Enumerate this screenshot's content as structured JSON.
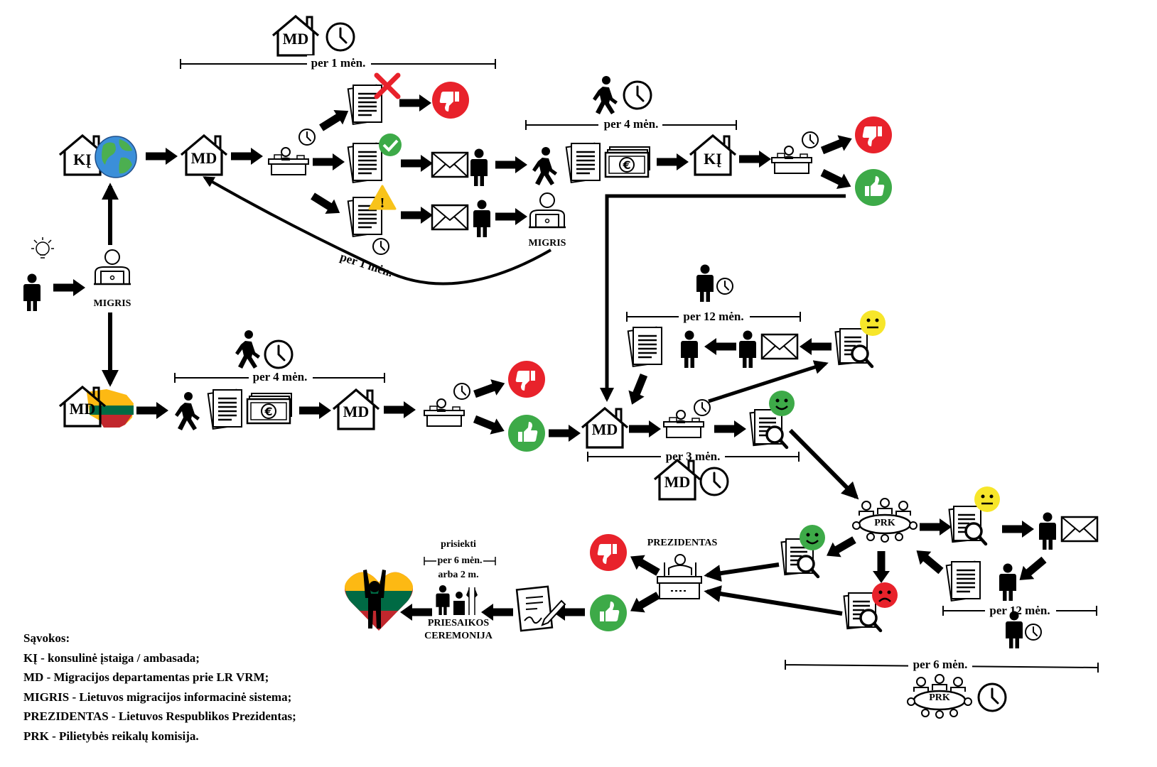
{
  "labels": {
    "ki": "KĮ",
    "md": "MD",
    "migris": "MIGRIS",
    "prk": "PRK",
    "prezidentas": "PREZIDENTAS",
    "per_1_men": "per 1 mėn.",
    "per_4_men": "per 4 mėn.",
    "per_12_men": "per 12 mėn.",
    "per_3_men": "per 3 mėn.",
    "per_6_men": "per 6 mėn.",
    "prisiekti": "prisiekti",
    "arba_2_m": "arba 2 m.",
    "priesaikos": "PRIESAIKOS",
    "ceremonija": "CEREMONIJA"
  },
  "legend": {
    "title": "Sąvokos:",
    "items": [
      "KĮ - konsulinė įstaiga / ambasada;",
      "MD - Migracijos departamentas prie LR VRM;",
      "MIGRIS - Lietuvos migracijos informacinė sistema;",
      "PREZIDENTAS - Lietuvos Respublikos Prezidentas;",
      "PRK - Pilietybės reikalų komisija."
    ]
  },
  "colors": {
    "reject": "#e8222b",
    "approve": "#3daa48",
    "neutral": "#f7e62a",
    "warning": "#f8c31a",
    "lt_yellow": "#fdb913",
    "lt_green": "#006a44",
    "lt_red": "#c1272d"
  }
}
